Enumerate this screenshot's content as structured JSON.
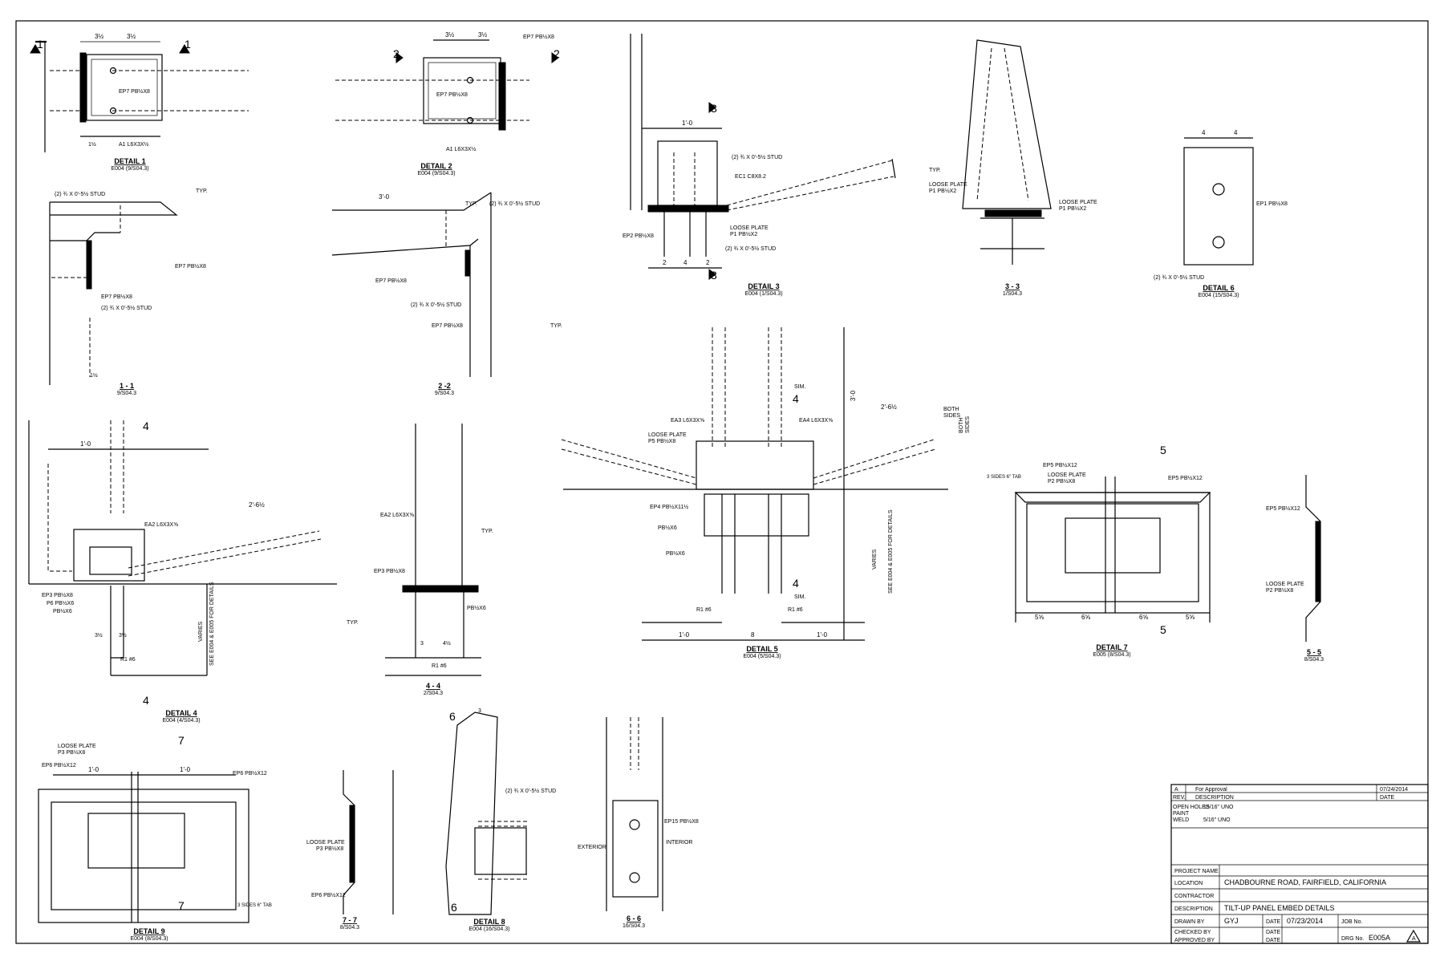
{
  "details": {
    "d1": {
      "title": "DETAIL 1",
      "ref": "E004 (9/S04.3)",
      "a1": "A1 L6X3X½",
      "ep7": "EP7 PB½X8",
      "dim_a": "3½",
      "dim_b": "3½",
      "dim_c": "1½"
    },
    "d2": {
      "title": "DETAIL 2",
      "ref": "E004 (9/S04.3)",
      "a1": "A1 L6X3X½",
      "ep7": "EP7 PB½X8",
      "ep7b": "EP7 PB½X8",
      "dim_a": "3½",
      "dim_b": "3½"
    },
    "d3": {
      "title": "DETAIL 3",
      "ref": "E004 (1/S04.3)",
      "stud1": "(2) ¾ X 0'-5½ STUD",
      "ec1": "EC1 C8X8.2",
      "loose": "LOOSE PLATE",
      "p1": "P1 PB½X2",
      "ep2": "EP2 PB½X8",
      "stud2": "(2) ¾ X 0'-5½ STUD",
      "dim": "1'-0",
      "d2": "2",
      "d4": "4",
      "d2b": "2"
    },
    "s33": {
      "title": "3 - 3",
      "ref": "1/S04.3",
      "typ": "TYP.",
      "loose_l": "LOOSE PLATE",
      "p1_l": "P1 PB½X2",
      "loose_r": "LOOSE PLATE",
      "p1_r": "P1 PB½X2"
    },
    "d6": {
      "title": "DETAIL 6",
      "ref": "E004 (15/S04.3)",
      "stud": "(2) ¾ X 0'-5½ STUD",
      "ep1": "EP1 PB½X8",
      "d4a": "4",
      "d4b": "4"
    },
    "s11": {
      "title": "1 - 1",
      "ref": "9/S04.3",
      "stud_a": "(2) ¾ X 0'-5½ STUD",
      "ep7a": "EP7 PB½X8",
      "ep7b": "EP7 PB½X8",
      "stud_b": "(2) ¾ X 0'-5½ STUD",
      "typ": "TYP.",
      "dim": "1½"
    },
    "s22": {
      "title": "2 -2",
      "ref": "9/S04.3",
      "stud_a": "(2) ¾ X 0'-5½ STUD",
      "ep7a": "EP7 PB½X8",
      "stud_b": "(2) ¾ X 0'-5½ STUD",
      "ep7b": "EP7 PB½X8",
      "typ_a": "TYP.",
      "typ_b": "TYP.",
      "dim": "3'-0"
    },
    "d4": {
      "title": "DETAIL 4",
      "ref": "E004 (4/S04.3)",
      "ea2": "EA2 L6X3X⅝",
      "ep3": "EP3 PB½X8",
      "p6": "P6 PB½X6",
      "pb": "PB½X6",
      "r1": "R1 #6",
      "varies": "VARIES",
      "see": "SEE E004 & E005 FOR DETAILS",
      "dim1": "1'-0",
      "dim2": "2'-6½",
      "dim3": "3½",
      "dim4": "3½"
    },
    "s44": {
      "title": "4 - 4",
      "ref": "2/S04.3",
      "ea2": "EA2 L6X3X⅝",
      "ep3": "EP3 PB½X8",
      "pb": "PB½X6",
      "r1": "R1 #6",
      "typ_a": "TYP.",
      "typ_b": "TYP.",
      "d3": "3",
      "d4": "4½"
    },
    "d5": {
      "title": "DETAIL 5",
      "ref": "E004 (5/S04.3)",
      "ea3": "EA3 L6X3X⅝",
      "ea4": "EA4 L6X3X⅝",
      "loose": "LOOSE PLATE",
      "p5": "P5 PB½X8",
      "ep4": "EP4 PB½X11½",
      "pb1": "PB½X6",
      "pb2": "PB½X6",
      "r1a": "R1 #6",
      "r1b": "R1 #6",
      "both1": "BOTH",
      "sides1": "SIDES",
      "both2": "BOTH",
      "sides2": "SIDES",
      "varies": "VARIES",
      "see": "SEE E004 & E005 FOR DETAILS",
      "sim_a": "SIM.",
      "sim_b": "SIM.",
      "dim1": "1'-0",
      "dim2": "8",
      "dim3": "1'-0",
      "dim4": "2'-6½",
      "dim5": "3'-0"
    },
    "d7": {
      "title": "DETAIL 7",
      "ref": "E005 (8/S04.3)",
      "ep5a": "EP5 PB½X12",
      "loose": "LOOSE PLATE",
      "p2": "P2 PB½X8",
      "ep5b": "EP5 PB½X12",
      "tab": "3 SIDES 6\" TAB",
      "dims": [
        "5⅝",
        "6⅝",
        "6⅝",
        "5⅝"
      ]
    },
    "s55": {
      "title": "5 - 5",
      "ref": "8/S04.3",
      "ep5": "EP5 PB½X12",
      "loose": "LOOSE PLATE",
      "p2": "P2 PB½X8"
    },
    "d9": {
      "title": "DETAIL 9",
      "ref": "E004 (8/S04.3)",
      "loose": "LOOSE PLATE",
      "p3": "P3 PB½X8",
      "ep6a": "EP6 PB½X12",
      "ep6b": "EP6 PB½X12",
      "tab": "3 SIDES 6\" TAB",
      "dim_a": "1'-0",
      "dim_b": "1'-0"
    },
    "s77": {
      "title": "7 - 7",
      "ref": "8/S04.3",
      "loose": "LOOSE PLATE",
      "p3": "P3 PB½X8",
      "ep6": "EP6 PB½X12"
    },
    "d8": {
      "title": "DETAIL 8",
      "ref": "E004 (16/S04.3)",
      "stud": "(2) ¾ X 0'-5½ STUD",
      "dim": "3"
    },
    "s66": {
      "title": "6 - 6",
      "ref": "16/S04.3",
      "ep15": "EP15 PB½X8",
      "exterior": "EXTERIOR",
      "interior": "INTERIOR"
    }
  },
  "markers": [
    "1",
    "1",
    "2",
    "2",
    "3",
    "3",
    "4",
    "4",
    "4",
    "4",
    "5",
    "5",
    "6",
    "6",
    "7",
    "7"
  ],
  "title_block": {
    "rev_a": "A",
    "rev_desc": "For Approval",
    "rev_date": "07/24/2014",
    "rev_label": "REV.",
    "desc_label": "DESCRIPTION",
    "date_label": "DATE",
    "note1_label": "OPEN HOLES",
    "note1_val": "15/16\" UNO",
    "note2_label": "PAINT",
    "note3_label": "WELD",
    "note3_val": "5/16\" UNO",
    "project_name_label": "PROJECT NAME",
    "location_label": "LOCATION",
    "location_val": "CHADBOURNE ROAD, FAIRFIELD, CALIFORNIA",
    "contractor_label": "CONTRACTOR",
    "description_label": "DESCRIPTION",
    "description_val": "TILT-UP PANEL EMBED DETAILS",
    "drawn_label": "DRAWN BY",
    "drawn_val": "GYJ",
    "date_label2": "DATE",
    "date_val": "07/23/2014",
    "job_label": "JOB No.",
    "checked_label": "CHECKED BY",
    "date_label3": "DATE",
    "approved_label": "APPROVED BY",
    "date_label4": "DATE",
    "drg_label": "DRG No.",
    "drg_val": "E005A",
    "rev_mark": "A"
  }
}
